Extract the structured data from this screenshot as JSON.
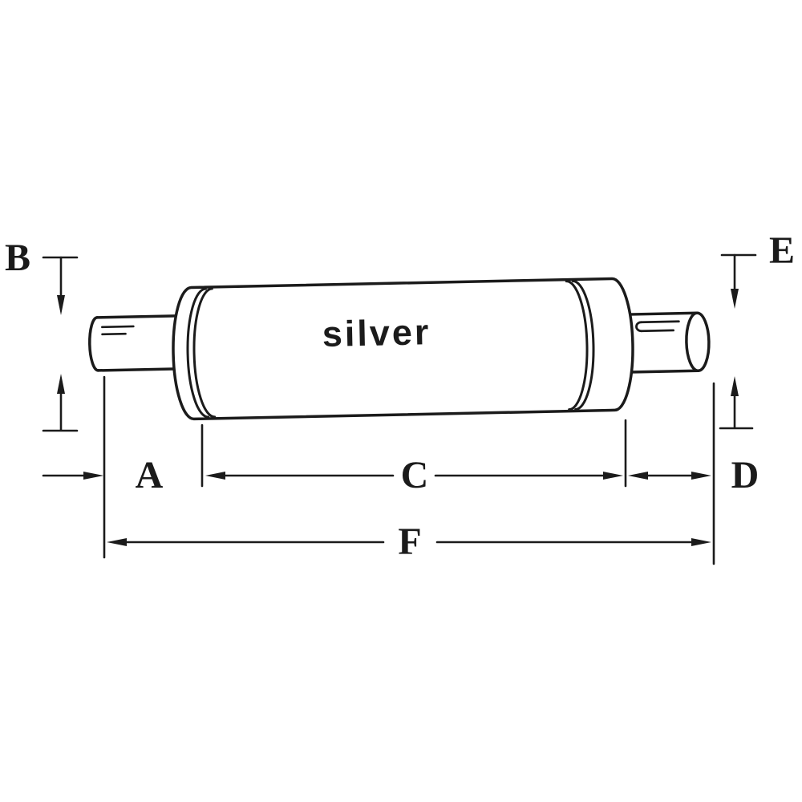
{
  "diagram": {
    "type": "technical-drawing",
    "subject": "muffler side view with dimension callouts",
    "part_label": "silver",
    "labels": {
      "a": "A",
      "b": "B",
      "c": "C",
      "d": "D",
      "e": "E",
      "f": "F"
    },
    "colors": {
      "line": "#1b1b1b",
      "background": "#ffffff"
    }
  }
}
